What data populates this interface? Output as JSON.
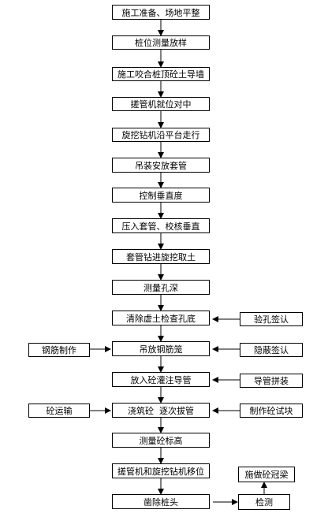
{
  "main_steps": [
    "施工准备、场地平整",
    "桩位测量放样",
    "施工咬合桩顶砼土导墙",
    "搓管机就位对中",
    "旋挖钻机沿平台走行",
    "吊装安放套管",
    "控制垂直度",
    "压入套管、校核垂直",
    "套管钻进旋挖取土",
    "测量孔深",
    "清除虚土检查孔底",
    "吊放钢筋笼",
    "放入砼灌注导管",
    "浇筑砼  逐次拔管",
    "测量砼标高",
    "搓管机和旋挖钻机移位",
    "凿除桩头"
  ],
  "side_steps": {
    "hole_check": "验孔签认",
    "rebar_make": "钢筋制作",
    "hidden_check": "隐蔽签认",
    "pipe_assembly": "导管拼装",
    "concrete_transport": "砼运输",
    "test_block": "制作砼试块",
    "cap_beam": "施做砼冠梁",
    "inspection": "检测"
  }
}
